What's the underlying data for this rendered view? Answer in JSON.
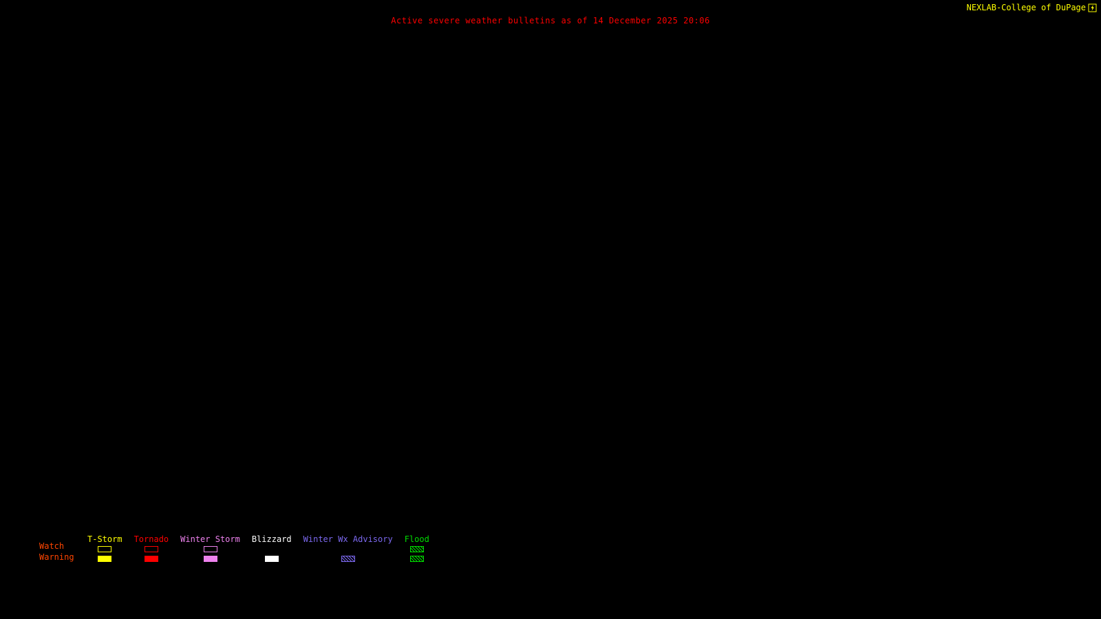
{
  "header": {
    "title": "Active severe weather bulletins as of 14 December 2025 20:06",
    "title_color": "#ff0000",
    "brand": "NEXLAB-College of DuPage",
    "brand_color": "#ffff00"
  },
  "legend": {
    "row_labels": {
      "watch": "Watch",
      "warning": "Warning"
    },
    "label_color": "#ff4500",
    "columns": [
      {
        "label": "T-Storm",
        "color": "#ffff00",
        "watch": "outline",
        "warning": "solid"
      },
      {
        "label": "Tornado",
        "color": "#ff0000",
        "watch": "outline",
        "warning": "solid"
      },
      {
        "label": "Winter Storm",
        "color": "#ee82ee",
        "watch": "outline",
        "warning": "solid"
      },
      {
        "label": "Blizzard",
        "color": "#ffffff",
        "watch": "none",
        "warning": "solid"
      },
      {
        "label": "Winter Wx Advisory",
        "color": "#7b68ee",
        "watch": "none",
        "warning": "hatch"
      },
      {
        "label": "Flood",
        "color": "#00dd00",
        "watch": "hatch",
        "warning": "hatch"
      }
    ]
  }
}
